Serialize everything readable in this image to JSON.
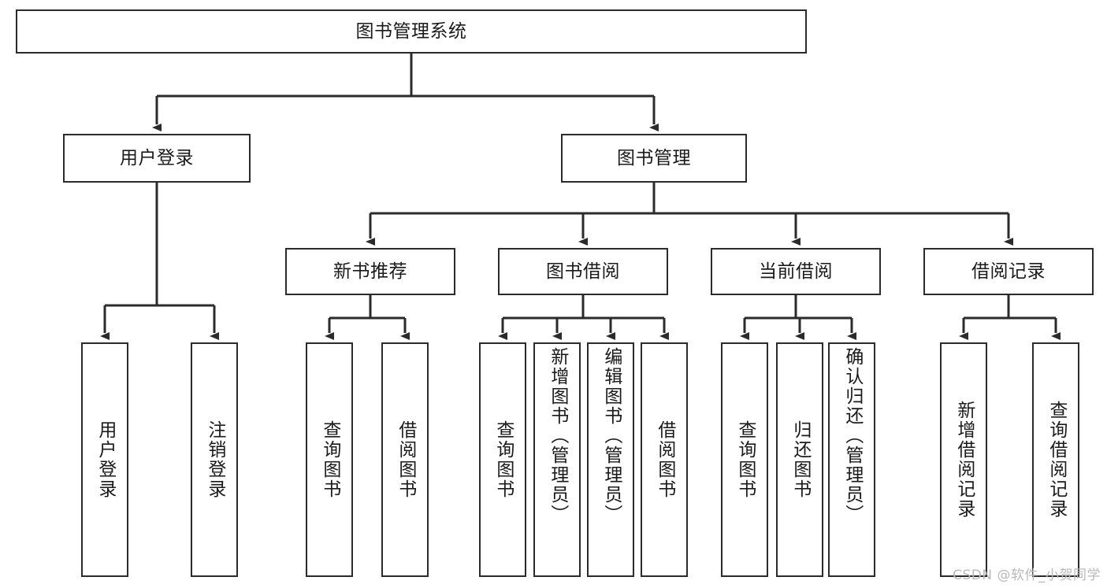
{
  "diagram": {
    "title": "图书管理系统",
    "watermark": "CSDN @软件_小贺同学",
    "stroke_color": "#2b2b2b",
    "background_color": "#ffffff",
    "text_color": "#1a1a1a",
    "watermark_color": "#b9b9b9",
    "levels": {
      "root": {
        "label": "图书管理系统"
      },
      "level2": [
        {
          "label": "用户登录"
        },
        {
          "label": "图书管理"
        }
      ],
      "level3": [
        {
          "label": "新书推荐"
        },
        {
          "label": "图书借阅"
        },
        {
          "label": "当前借阅"
        },
        {
          "label": "借阅记录"
        }
      ],
      "leaves": [
        {
          "label": "用户登录",
          "parent": "用户登录"
        },
        {
          "label": "注销登录",
          "parent": "用户登录"
        },
        {
          "label": "查询图书",
          "parent": "新书推荐"
        },
        {
          "label": "借阅图书",
          "parent": "新书推荐"
        },
        {
          "label": "查询图书",
          "parent": "图书借阅"
        },
        {
          "label": "新增图书（管理员）",
          "parent": "图书借阅"
        },
        {
          "label": "编辑图书（管理员）",
          "parent": "图书借阅"
        },
        {
          "label": "借阅图书",
          "parent": "图书借阅"
        },
        {
          "label": "查询图书",
          "parent": "当前借阅"
        },
        {
          "label": "归还图书",
          "parent": "当前借阅"
        },
        {
          "label": "确认归还（管理员）",
          "parent": "当前借阅"
        },
        {
          "label": "新增借阅记录",
          "parent": "借阅记录"
        },
        {
          "label": "查询借阅记录",
          "parent": "借阅记录"
        }
      ]
    }
  }
}
